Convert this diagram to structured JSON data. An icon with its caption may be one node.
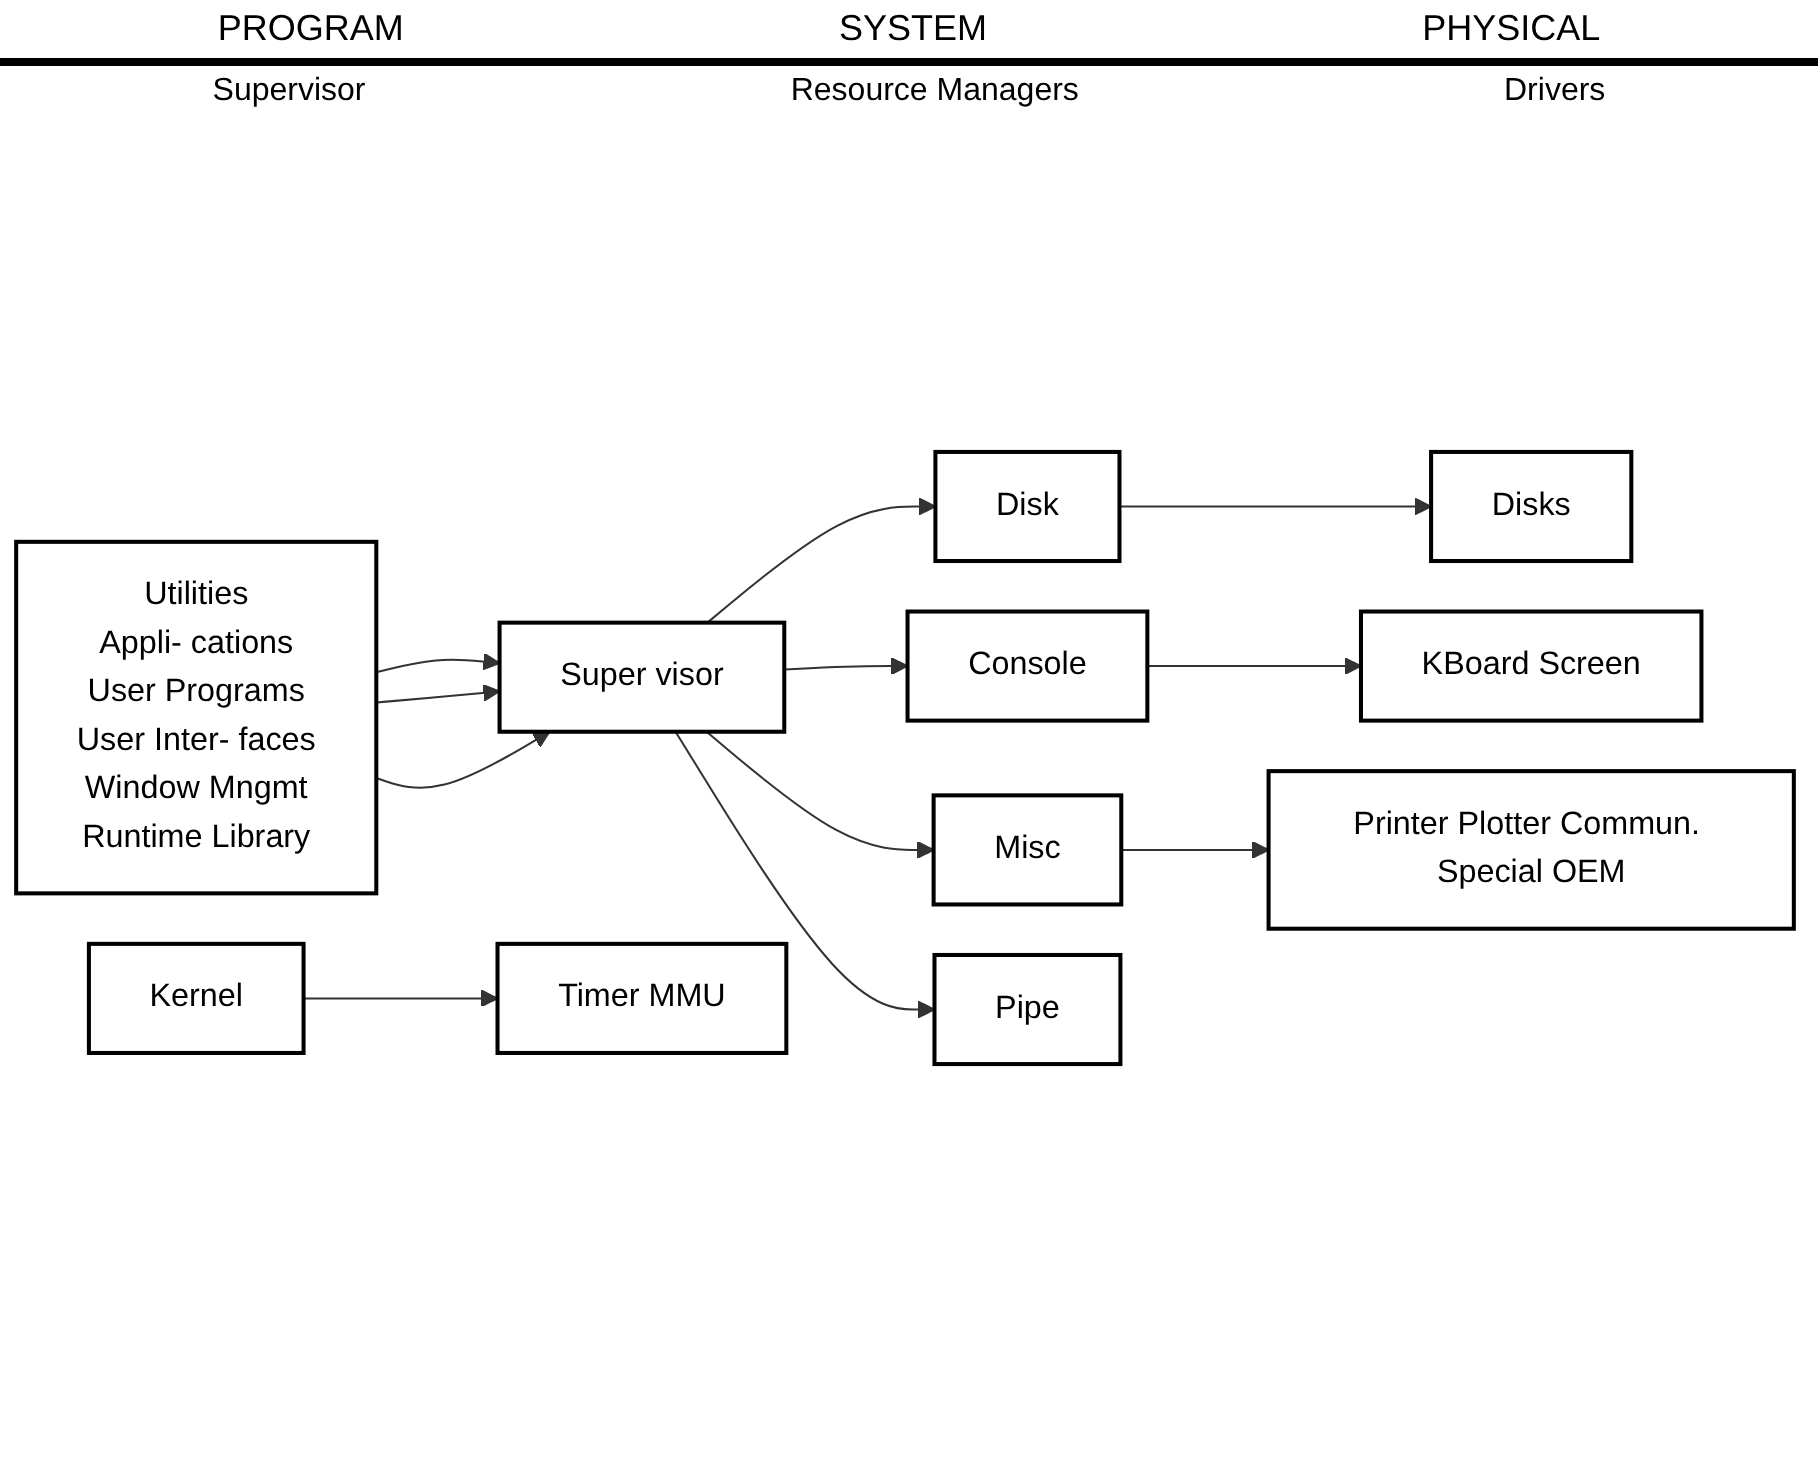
{
  "diagram": {
    "nodes": [
      {
        "text": [
          "Utilities",
          "Appli- cations",
          "User Programs",
          "User Inter- faces",
          "Window Mngmt",
          "Runtime Library"
        ]
      },
      {
        "text": [
          "Super visor"
        ]
      },
      {
        "text": [
          "Kernel"
        ]
      },
      {
        "text": [
          "Disk"
        ]
      },
      {
        "text": [
          "Console"
        ]
      },
      {
        "text": [
          "Misc"
        ]
      },
      {
        "text": [
          "Pipe"
        ]
      },
      {
        "text": [
          "Disks"
        ]
      },
      {
        "text": [
          "KBoard Screen"
        ]
      },
      {
        "text": [
          "Printer Plotter Commun. Special OEM"
        ]
      },
      {
        "text": [
          "Timer MMU"
        ]
      }
    ],
    "edges": [
      {
        "from": 0,
        "to": 1,
        "arrow": "to"
      },
      {
        "from": 0,
        "to": 1,
        "arrow": "to"
      },
      {
        "from": 0,
        "to": 1,
        "arrow": "to"
      },
      {
        "from": 1,
        "to": 3,
        "arrow": "to"
      },
      {
        "from": 1,
        "to": 4,
        "arrow": "to"
      },
      {
        "from": 1,
        "to": 5,
        "arrow": "to"
      },
      {
        "from": 1,
        "to": 6,
        "arrow": "to"
      },
      {
        "from": 3,
        "to": 7,
        "arrow": "to"
      },
      {
        "from": 4,
        "to": 8,
        "arrow": "to"
      },
      {
        "from": 5,
        "to": 9,
        "arrow": "to"
      },
      {
        "from": 2,
        "to": 10,
        "arrow": "to"
      }
    ],
    "labels": [
      "PROGRAM",
      "SYSTEM",
      "PHYSICAL",
      "Supervisor",
      "Resource Managers",
      "Drivers"
    ]
  }
}
